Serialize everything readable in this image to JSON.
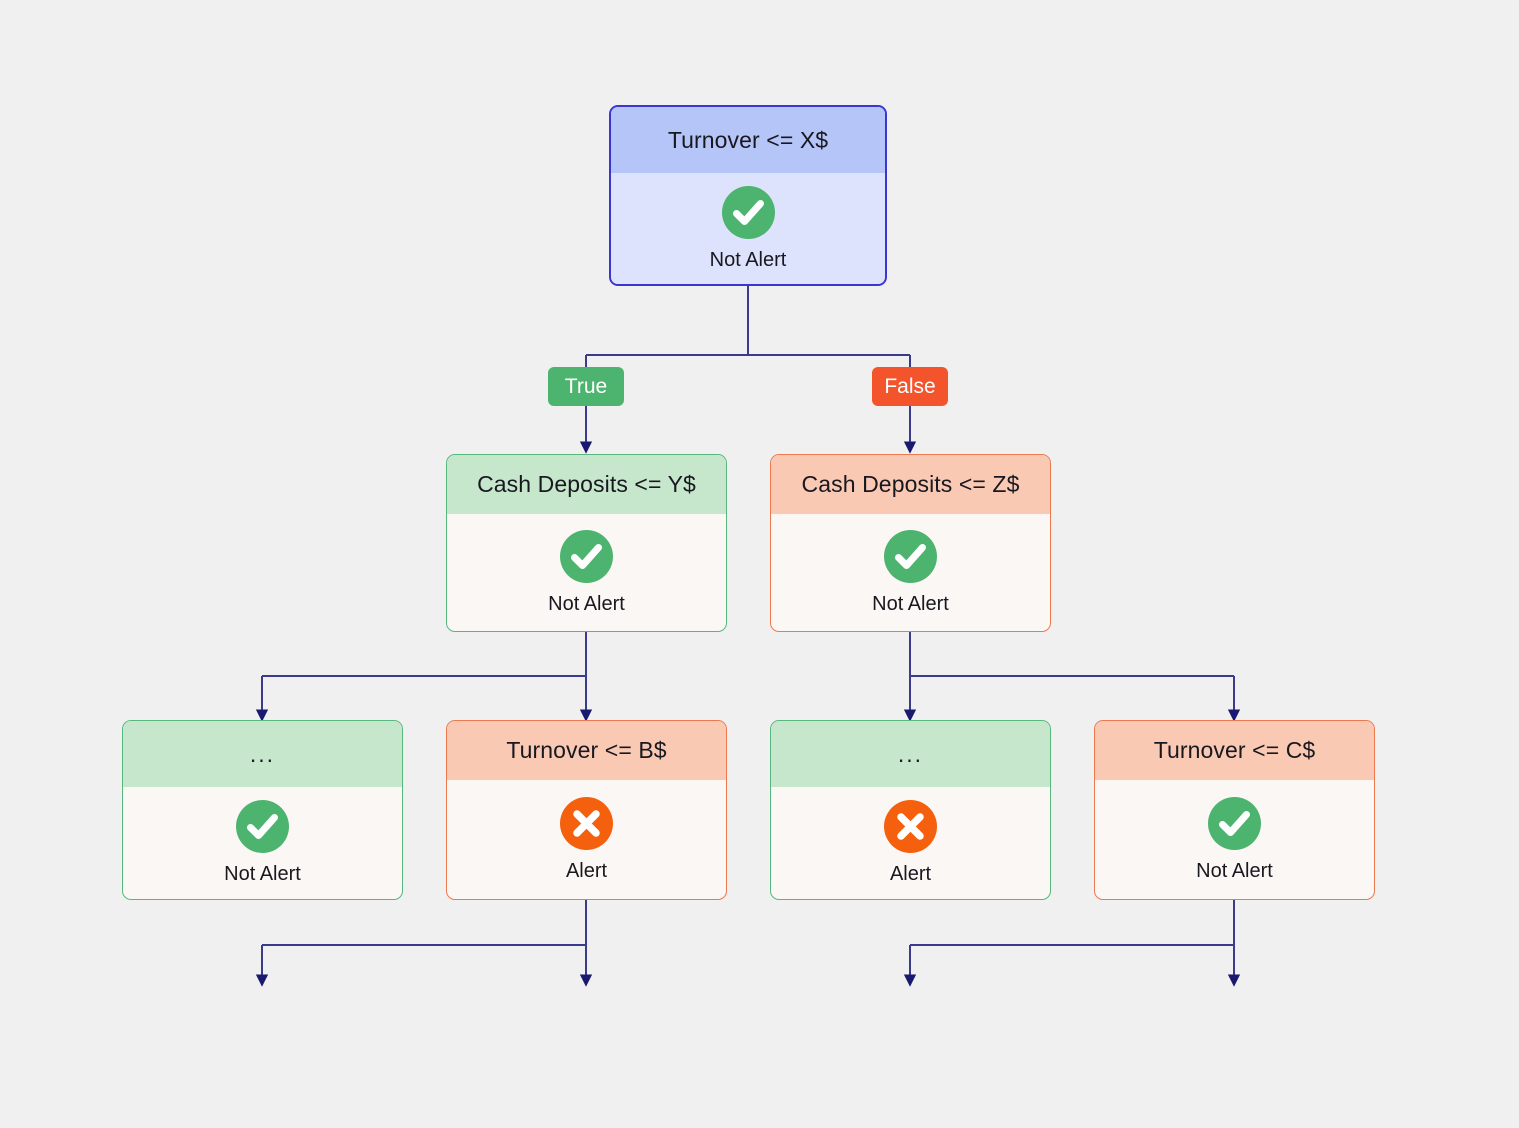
{
  "diagram": {
    "type": "decision-tree",
    "background_color": "#f0f0f0",
    "edge_color": "#2b2b8f",
    "palette": {
      "blue_header": "#b6c5f8",
      "blue_body": "#dde3fc",
      "blue_border": "#3b35d6",
      "green_header": "#c7e7cd",
      "green_border": "#57b87e",
      "orange_header": "#fac9b4",
      "orange_border": "#ec7a4e",
      "node_body": "#fbf7f5",
      "ok_icon": "#4cb46f",
      "alert_icon": "#f4600d",
      "true_badge": "#4cb46f",
      "false_badge": "#f4542b"
    }
  },
  "branch_labels": {
    "true": "True",
    "false": "False"
  },
  "status_text": {
    "ok": "Not Alert",
    "alert": "Alert"
  },
  "nodes": [
    {
      "id": "root",
      "condition": "Turnover <= X$",
      "status": "Not Alert",
      "status_kind": "ok",
      "icon": "check-circle-icon",
      "theme": "blue",
      "level": 0
    },
    {
      "id": "l1-left",
      "condition": "Cash Deposits <= Y$",
      "status": "Not Alert",
      "status_kind": "ok",
      "icon": "check-circle-icon",
      "theme": "green",
      "level": 1
    },
    {
      "id": "l1-right",
      "condition": "Cash Deposits <= Z$",
      "status": "Not Alert",
      "status_kind": "ok",
      "icon": "check-circle-icon",
      "theme": "orange",
      "level": 1
    },
    {
      "id": "l2-a",
      "condition": "...",
      "status": "Not Alert",
      "status_kind": "ok",
      "icon": "check-circle-icon",
      "theme": "green",
      "level": 2
    },
    {
      "id": "l2-b",
      "condition": "Turnover <= B$",
      "status": "Alert",
      "status_kind": "alert",
      "icon": "x-circle-icon",
      "theme": "orange",
      "level": 2
    },
    {
      "id": "l2-c",
      "condition": "...",
      "status": "Alert",
      "status_kind": "alert",
      "icon": "x-circle-icon",
      "theme": "green",
      "level": 2
    },
    {
      "id": "l2-d",
      "condition": "Turnover <= C$",
      "status": "Not Alert",
      "status_kind": "ok",
      "icon": "check-circle-icon",
      "theme": "orange",
      "level": 2
    }
  ],
  "edges": [
    {
      "from": "root",
      "to": "l1-left",
      "label": "True"
    },
    {
      "from": "root",
      "to": "l1-right",
      "label": "False"
    },
    {
      "from": "l1-left",
      "to": "l2-a",
      "label": ""
    },
    {
      "from": "l1-left",
      "to": "l2-b",
      "label": ""
    },
    {
      "from": "l1-right",
      "to": "l2-c",
      "label": ""
    },
    {
      "from": "l1-right",
      "to": "l2-d",
      "label": ""
    },
    {
      "from": "l2-b",
      "to": "",
      "label": ""
    },
    {
      "from": "l2-b",
      "to": "",
      "label": ""
    },
    {
      "from": "l2-d",
      "to": "",
      "label": ""
    },
    {
      "from": "l2-d",
      "to": "",
      "label": ""
    }
  ]
}
